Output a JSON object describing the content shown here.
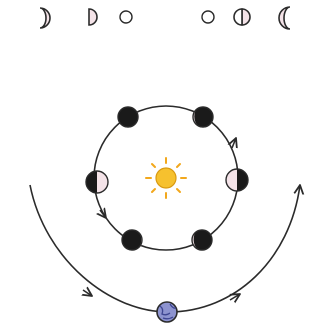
{
  "diagram": {
    "kind": "lunar-phases-orbit",
    "colors": {
      "line": "#2b2b2b",
      "moon_lit": "#f4e3e8",
      "moon_dark": "#1a1a1a",
      "sun_fill": "#f6c12e",
      "sun_rays": "#f2a81d",
      "earth_fill": "#8d93cf",
      "earth_outline": "#2b2b2b",
      "background": "#ffffff"
    },
    "top_phase_row": {
      "order_left_to_right": [
        "waning-crescent",
        "third-quarter",
        "new-moon",
        "new-moon",
        "first-quarter",
        "waxing-crescent"
      ]
    },
    "orbit": {
      "moon_count": 6,
      "direction": "counterclockwise"
    },
    "sun": {
      "icon": "sun-icon"
    },
    "earth": {
      "icon": "earth-icon"
    }
  }
}
